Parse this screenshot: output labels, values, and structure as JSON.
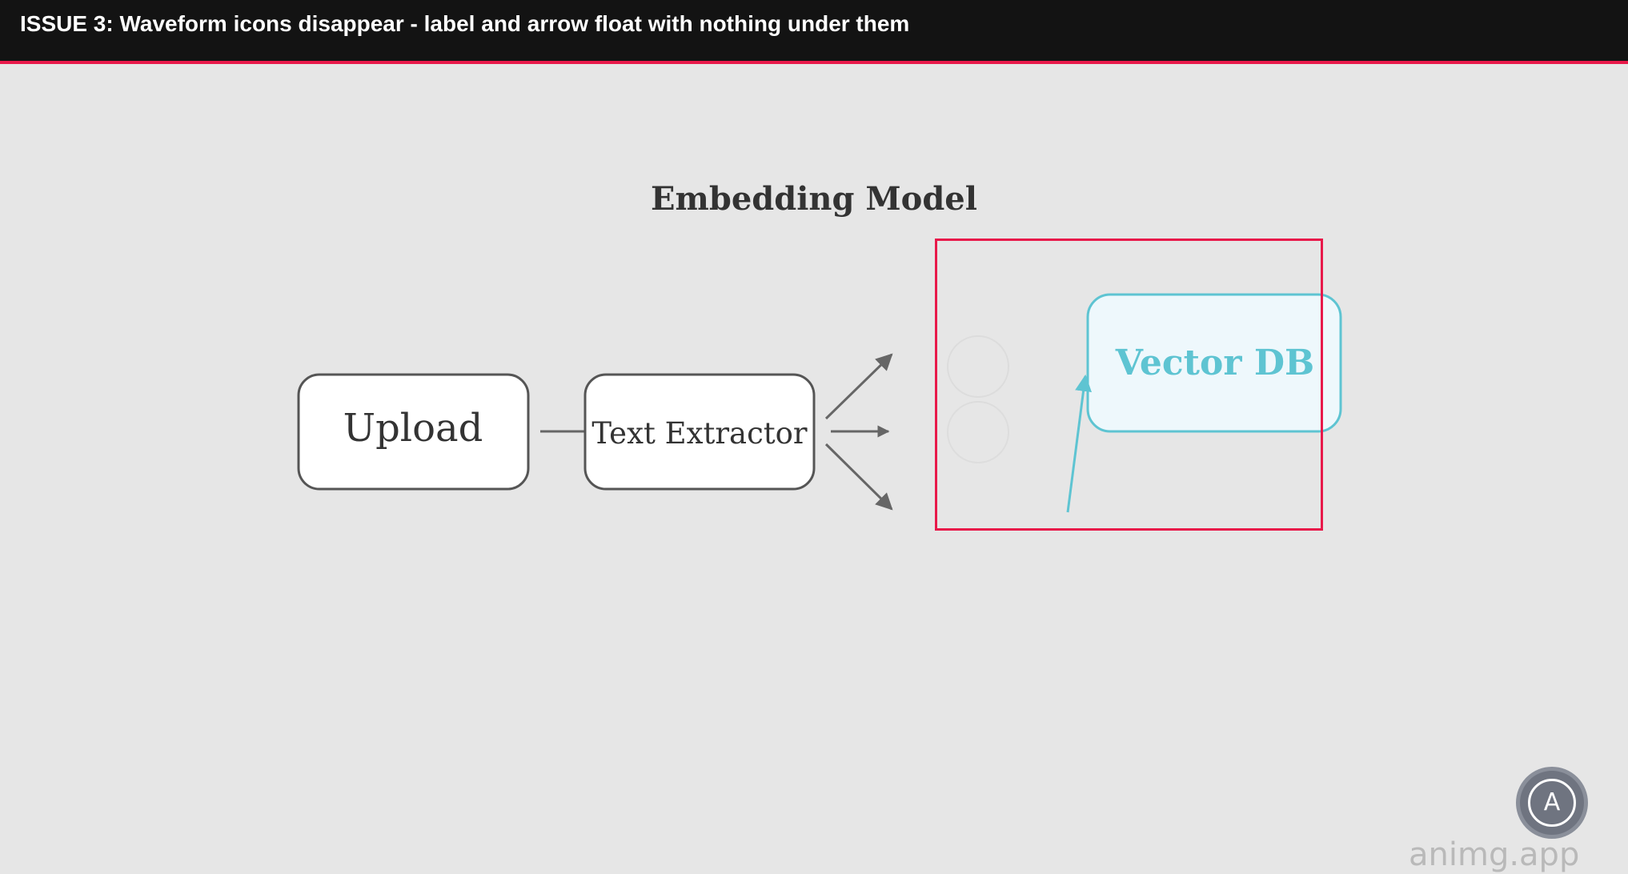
{
  "header": {
    "title": "ISSUE 3: Waveform icons disappear - label and arrow float with nothing under them"
  },
  "diagram": {
    "title": "Embedding Model",
    "nodes": {
      "upload": "Upload",
      "text_extractor": "Text Extractor",
      "vector_db": "Vector DB"
    }
  },
  "badge": {
    "letter": "A"
  },
  "watermark": {
    "text": "animg.app"
  },
  "colors": {
    "header_bg": "#131313",
    "accent": "#e8194a",
    "canvas_bg": "#e6e6e6",
    "node_border": "#555555",
    "arrow": "#666666",
    "vector_db": "#5ec4d2",
    "vector_db_fill": "#eef8fc"
  }
}
